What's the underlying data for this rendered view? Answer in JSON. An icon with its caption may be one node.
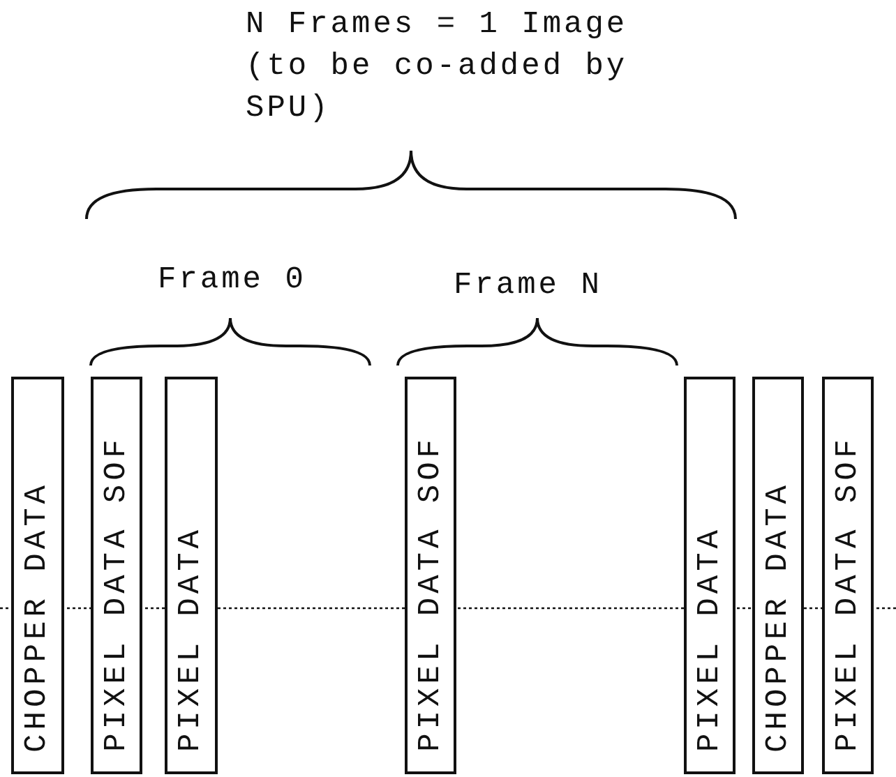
{
  "diagram": {
    "nodes": [
      {
        "text": [
          "CHOPPER DATA"
        ]
      },
      {
        "text": [
          "PIXEL DATA SOF"
        ]
      },
      {
        "text": [
          "PIXEL DATA"
        ]
      },
      {
        "text": [
          "PIXEL DATA SOF"
        ]
      },
      {
        "text": [
          "PIXEL DATA"
        ]
      },
      {
        "text": [
          "CHOPPER DATA"
        ]
      },
      {
        "text": [
          "PIXEL DATA SOF"
        ]
      }
    ],
    "labels": [
      "N Frames = 1 Image (to be co-added by SPU)",
      "Frame 0",
      "Frame N"
    ]
  }
}
